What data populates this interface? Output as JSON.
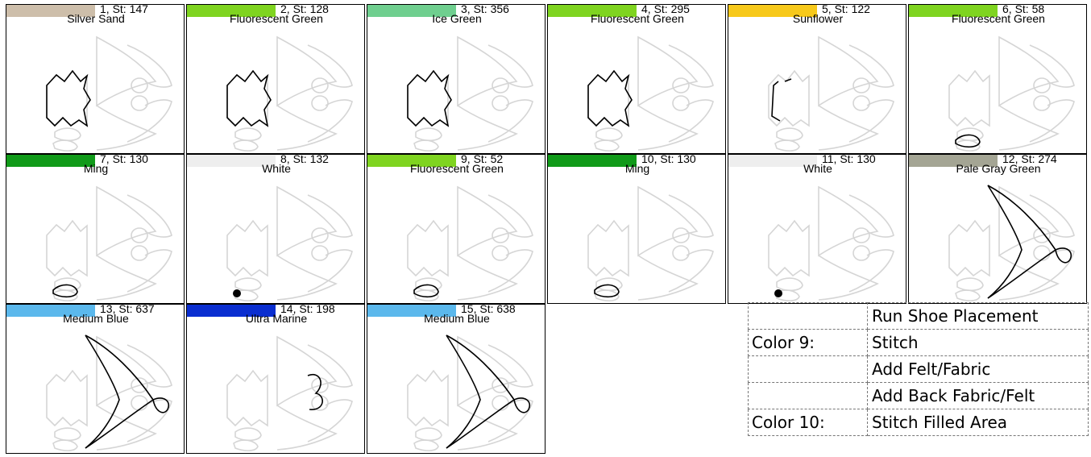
{
  "cells": [
    {
      "number": "1, St: 147",
      "name": "Silver Sand",
      "color": "#CDBEAA",
      "hl": "petal"
    },
    {
      "number": "2, St: 128",
      "name": "Fluorescent Green",
      "color": "#7FD420",
      "hl": "petal"
    },
    {
      "number": "3, St: 356",
      "name": "Ice Green",
      "color": "#6FCF8F",
      "hl": "petal"
    },
    {
      "number": "4, St: 295",
      "name": "Fluorescent Green",
      "color": "#7FD420",
      "hl": "petalOutline"
    },
    {
      "number": "5, St: 122",
      "name": "Sunflower",
      "color": "#F7C91B",
      "hl": "petalPartial"
    },
    {
      "number": "6, St: 58",
      "name": "Fluorescent Green",
      "color": "#7FD420",
      "hl": "leaf"
    },
    {
      "number": "7, St: 130",
      "name": "Ming",
      "color": "#109A19",
      "hl": "leaf"
    },
    {
      "number": "8, St: 132",
      "name": "White",
      "color": "#EEEEEE",
      "hl": "dot"
    },
    {
      "number": "9, St: 52",
      "name": "Fluorescent Green",
      "color": "#7FD420",
      "hl": "leaf"
    },
    {
      "number": "10, St: 130",
      "name": "Ming",
      "color": "#109A19",
      "hl": "leaf"
    },
    {
      "number": "11, St: 130",
      "name": "White",
      "color": "#EEEEEE",
      "hl": "dot"
    },
    {
      "number": "12, St: 274",
      "name": "Pale Gray Green",
      "color": "#A4A594",
      "hl": "wings"
    },
    {
      "number": "13, St: 637",
      "name": "Medium Blue",
      "color": "#5BB8EC",
      "hl": "wings"
    },
    {
      "number": "14, St: 198",
      "name": "Ultra Marine",
      "color": "#0A2ED0",
      "hl": "knot"
    },
    {
      "number": "15, St: 638",
      "name": "Medium Blue",
      "color": "#5BB8EC",
      "hl": "wings"
    }
  ],
  "notes": [
    {
      "label": "",
      "text": "Run Shoe Placement"
    },
    {
      "label": "Color  9:",
      "text": "Stitch"
    },
    {
      "label": "",
      "text": "Add Felt/Fabric"
    },
    {
      "label": "",
      "text": "Add Back Fabric/Felt"
    },
    {
      "label": "Color  10:",
      "text": "Stitch Filled Area"
    }
  ]
}
